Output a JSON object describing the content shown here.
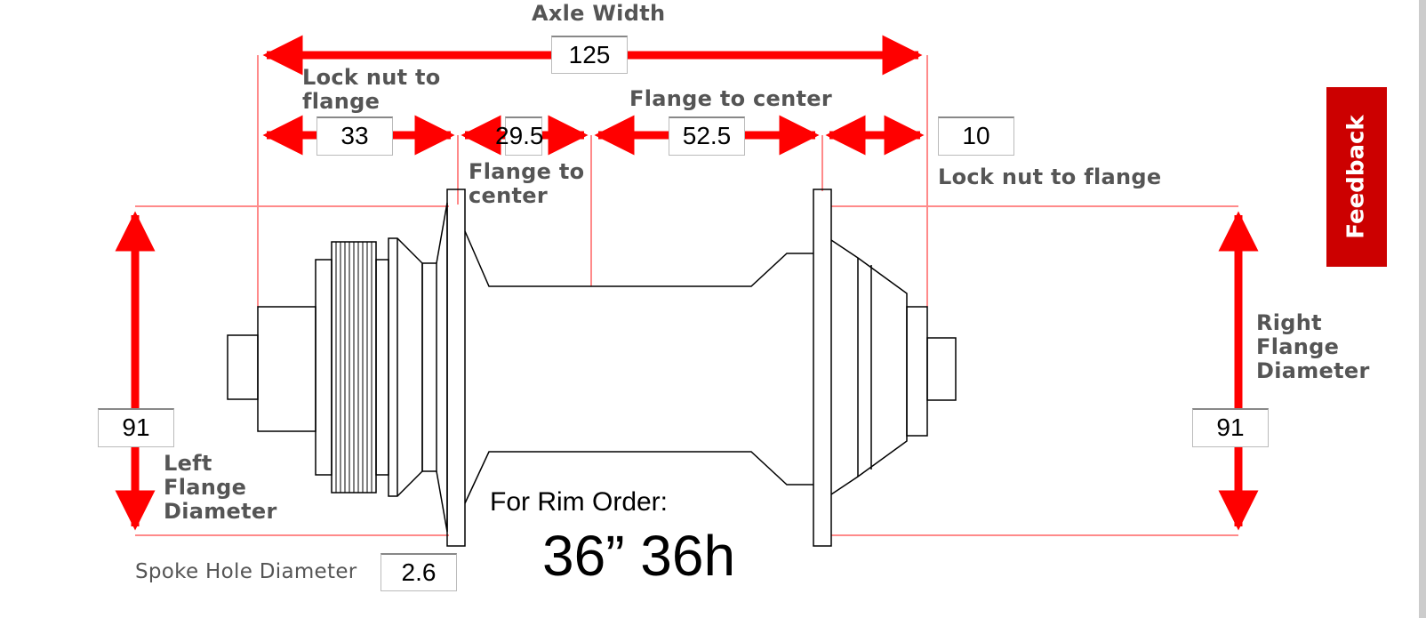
{
  "labels": {
    "axle_width": "Axle Width",
    "lock_nut_left": "Lock nut to flange",
    "flange_center_left": "Flange to center",
    "flange_center_right": "Flange to center",
    "lock_nut_right": "Lock nut to flange",
    "left_flange_diameter": "Left Flange Diameter",
    "right_flange_diameter": "Right Flange Diameter",
    "spoke_hole_diameter": "Spoke Hole Diameter",
    "rim_order": "For Rim Order:",
    "rim_value": "36” 36h"
  },
  "values": {
    "axle_width": "125",
    "lock_nut_left": "33",
    "flange_center_left": "29.5",
    "flange_center_right": "52.5",
    "lock_nut_right": "10",
    "left_flange_diameter": "91",
    "right_flange_diameter": "91",
    "spoke_hole_diameter": "2.6"
  },
  "feedback": "Feedback",
  "colors": {
    "arrow": "#ff0000",
    "guide": "#ff8080",
    "feedback": "#cc0000"
  }
}
